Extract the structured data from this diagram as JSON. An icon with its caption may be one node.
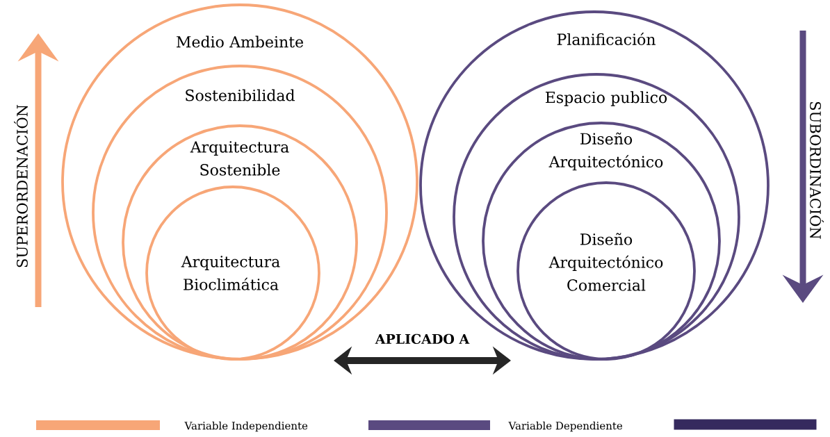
{
  "diagram": {
    "nodes": [
      {
        "text": [
          "Medio Ambeinte"
        ]
      },
      {
        "text": [
          "Sostenibilidad"
        ],
        "in": 0
      },
      {
        "text": [
          "Arquitectura Sostenible"
        ],
        "in": 1
      },
      {
        "text": [
          "Arquitectura Bioclimática"
        ],
        "in": 2
      },
      {
        "text": [
          "Planificación"
        ]
      },
      {
        "text": [
          "Espacio publico"
        ],
        "in": 4
      },
      {
        "text": [
          "Diseño Arquitectónico"
        ],
        "in": 5
      },
      {
        "text": [
          "Diseño Arquitectónico Comercial"
        ],
        "in": 6
      },
      {
        "text": [],
        "shape": "bar"
      }
    ],
    "edges": [
      {
        "from": 0,
        "to": 4,
        "arrow": "both",
        "label": "APLICADO A"
      }
    ],
    "labels": [
      "SUPERORDENACIÓN",
      "SUBORDINACIÓN"
    ],
    "legend": [
      {
        "text": "Variable Independiente",
        "color": "#f7a677"
      },
      {
        "text": "Variable Dependiente",
        "color": "#5a4a80"
      }
    ]
  }
}
